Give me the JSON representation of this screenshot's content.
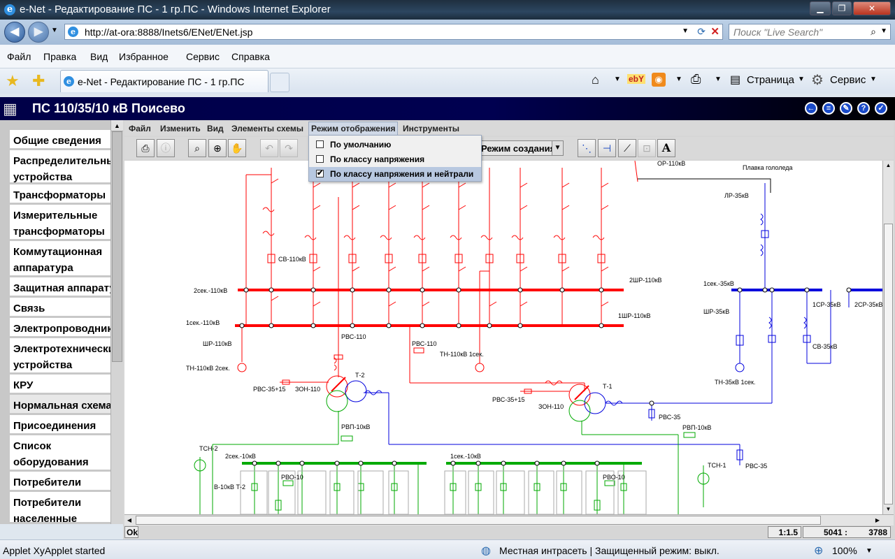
{
  "window": {
    "title": "e-Net - Редактирование ПС - 1 гр.ПС - Windows Internet Explorer"
  },
  "address": {
    "url": "http://at-ora:8888/Inets6/ENet/ENet.jsp",
    "search_placeholder": "Поиск \"Live Search\""
  },
  "menu": [
    "Файл",
    "Правка",
    "Вид",
    "Избранное",
    "Сервис",
    "Справка"
  ],
  "tab": {
    "title": "e-Net - Редактирование ПС - 1 гр.ПС"
  },
  "toolbar_right": {
    "page": "Страница",
    "service": "Сервис"
  },
  "app": {
    "title": "ПС 110/35/10 кВ Поисево"
  },
  "sidebar": [
    "Общие сведения",
    "Распределительные устройства",
    "Трансформаторы",
    "Измерительные трансформаторы",
    "Коммутационная аппаратура",
    "Защитная аппаратура",
    "Связь",
    "Электропроводники",
    "Электротехнические устройства",
    "КРУ",
    "Нормальная схема",
    "Присоединения",
    "Список оборудования",
    "Потребители",
    "Потребители населенные пункты"
  ],
  "applet_menu": [
    "Файл",
    "Изменить",
    "Вид",
    "Элементы схемы",
    "Режим отображения",
    "Инструменты"
  ],
  "display_mode_menu": [
    "По умолчанию",
    "По классу напряжения",
    "По классу напряжения и нейтрали"
  ],
  "mode_select": "Режим создания",
  "applet_status": {
    "ok": "Ok",
    "scale": "1:1.5",
    "coords_x": "5041 :",
    "coords_y": "3788"
  },
  "status": {
    "left": "Applet XyApplet started",
    "zone": "Местная интрасеть | Защищенный режим: выкл.",
    "zoom": "100%"
  },
  "schema_labels": {
    "sv110": "СВ-110кВ",
    "sec2_110": "2сек.-110кВ",
    "sec1_110": "1сек.-110кВ",
    "shr110": "ШР-110кВ",
    "tn110_2": "ТН-110кВ 2сек.",
    "rvs110a": "РВС-110",
    "rvs110b": "РВС-110",
    "tn110_1": "ТН-110кВ 1сек.",
    "t2": "Т-2",
    "t1": "Т-1",
    "rvs35_15a": "РВС-35+15",
    "zon110a": "ЗОН-110",
    "rvs35_15b": "РВС-35+15",
    "zon110b": "ЗОН-110",
    "rvp10a": "РВП-10кВ",
    "rvp10b": "РВП-10кВ",
    "rvs35a": "РВС-35",
    "rvs35b": "РВС-35",
    "shr2": "2ШР-110кВ",
    "shr1": "1ШР-110кВ",
    "or110": "ОР-110кВ",
    "plavka": "Плавка гололеда",
    "lr35": "ЛР-35кВ",
    "sec1_35": "1сек.-35кВ",
    "shr35": "ШР-35кВ",
    "tn35": "ТН-35кВ 1сек.",
    "sr1": "1СР-35кВ",
    "sr2": "2СР-35кВ",
    "sv35": "СВ-35кВ",
    "tsn2": "ТСН-2",
    "tsn1": "ТСН-1",
    "sec2_10": "2сек.-10кВ",
    "sec1_10": "1сек.-10кВ",
    "rvo10a": "РВО-10",
    "rvo10b": "РВО-10",
    "v10t2": "В-10кВ Т-2"
  },
  "colors": {
    "kv110": "#ff0000",
    "kv35": "#0000dd",
    "kv10": "#00aa00",
    "header": "#000048"
  }
}
